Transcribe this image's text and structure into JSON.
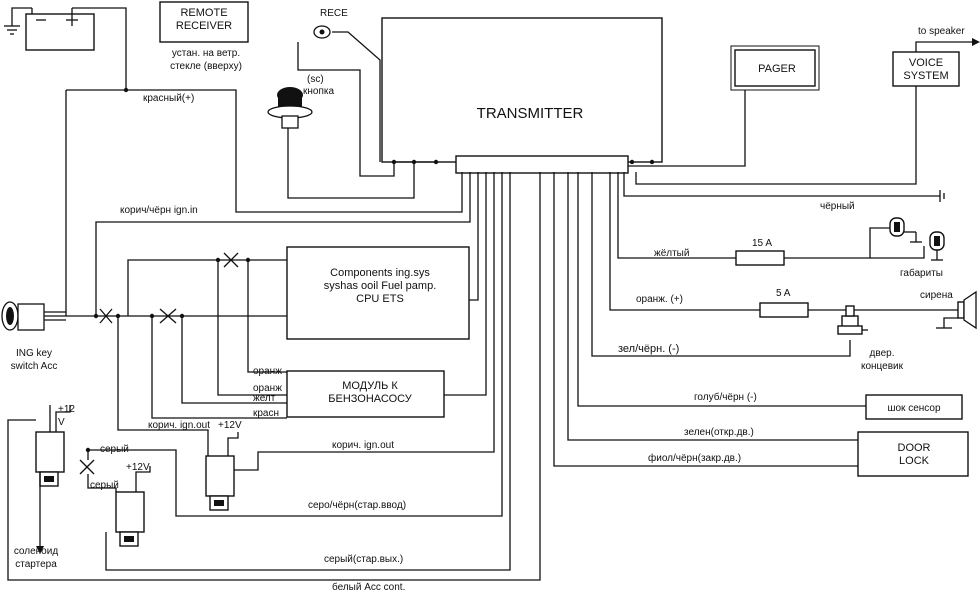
{
  "boxes": {
    "remote_receiver": "REMOTE\nRECEIVER",
    "transmitter": "TRANSMITTER",
    "pager": "PAGER",
    "voice_system": "VOICE\nSYSTEM",
    "components": "Components ing.sys\nsyshas ooil Fuel pamp.\nCPU ETS",
    "fuel_module": "МОДУЛЬ К\nБЕНЗОНАСОСУ",
    "shock_sensor": "шок сенсор",
    "door_lock": "DOOR\nLOCK"
  },
  "labels": {
    "rece": "RECE",
    "receiver_note": "устан. на ветр.\nстекле (вверху)",
    "sc": "(sc)",
    "button": "кнопка",
    "to_speaker": "to speaker",
    "red": "красный(+)",
    "brown_ign_in": "корич/чёрн ign.in",
    "black": "чёрный",
    "yellow": "жёлтый",
    "fuse_15": "15 A",
    "gabarity": "габариты",
    "orange": "оранж. (+)",
    "fuse_5": "5 A",
    "siren": "сирена",
    "green_black": "зел/чёрн. (-)",
    "door_switch": "двер.\nконцевик",
    "ing_key": "ING key\nswitch Acc",
    "plus12": "+12\nV",
    "oranzh": "оранж",
    "oranzh2": "оранж",
    "zhelt": "желт",
    "krasn": "красн",
    "korich_ign_out_left": "корич. ign.out",
    "plus12v_a": "+12V",
    "korich_ign_out": "корич. ign.out",
    "seryi": "серый",
    "seryi2": "серый",
    "plus12v_b": "+12V",
    "sero_chern": "серо/чёрн(стар.ввод)",
    "blue_black": "голуб/чёрн (-)",
    "green_open": "зелен(откр.дв.)",
    "violet_closed": "фиол/чёрн(закр.дв.)",
    "solenoid": "соленоид\nстартера",
    "grey_out": "серый(стар.вых.)",
    "white_acc": "белый Acc cont."
  }
}
